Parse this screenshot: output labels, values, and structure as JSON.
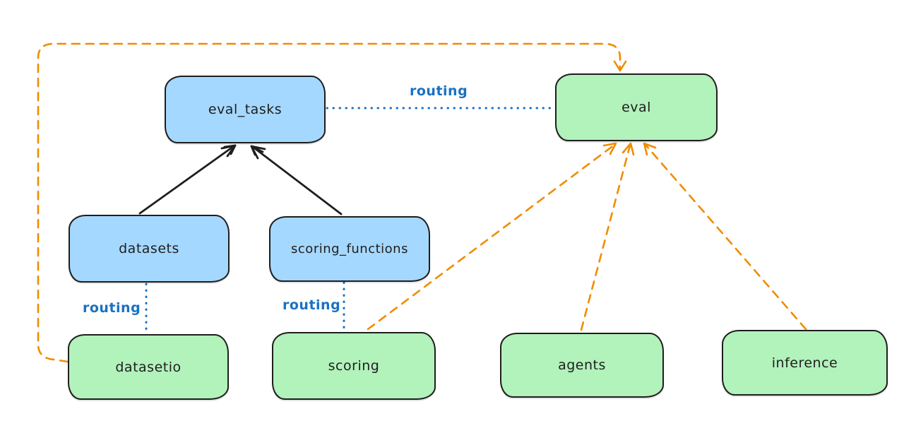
{
  "diagram": {
    "background_color": "#ffffff",
    "palette": {
      "blue_node_fill": "#a5d8ff",
      "green_node_fill": "#b2f2bb",
      "node_border": "#1e1e1e",
      "black_arrow": "#1e1e1e",
      "orange_arrow": "#f08c00",
      "routing_blue": "#1971c2"
    },
    "nodes": {
      "eval_tasks": {
        "label": "eval_tasks",
        "fill": "blue"
      },
      "eval": {
        "label": "eval",
        "fill": "green"
      },
      "datasets": {
        "label": "datasets",
        "fill": "blue"
      },
      "scoring_functions": {
        "label": "scoring_functions",
        "fill": "blue"
      },
      "datasetio": {
        "label": "datasetio",
        "fill": "green"
      },
      "scoring": {
        "label": "scoring",
        "fill": "green"
      },
      "agents": {
        "label": "agents",
        "fill": "green"
      },
      "inference": {
        "label": "inference",
        "fill": "green"
      }
    },
    "edge_labels": {
      "eval_tasks_eval": "routing",
      "datasets_datasetio": "routing",
      "scoring_functions_scoring": "routing"
    },
    "edges": [
      {
        "from": "datasets",
        "to": "eval_tasks",
        "style": "solid-black-arrow"
      },
      {
        "from": "scoring_functions",
        "to": "eval_tasks",
        "style": "solid-black-arrow"
      },
      {
        "from": "eval_tasks",
        "to": "eval",
        "style": "dotted-blue",
        "label": "routing"
      },
      {
        "from": "datasets",
        "to": "datasetio",
        "style": "dotted-blue",
        "label": "routing"
      },
      {
        "from": "scoring_functions",
        "to": "scoring",
        "style": "dotted-blue",
        "label": "routing"
      },
      {
        "from": "datasetio",
        "to": "eval",
        "style": "dashed-orange-arrow"
      },
      {
        "from": "scoring",
        "to": "eval",
        "style": "dashed-orange-arrow"
      },
      {
        "from": "agents",
        "to": "eval",
        "style": "dashed-orange-arrow"
      },
      {
        "from": "inference",
        "to": "eval",
        "style": "dashed-orange-arrow"
      }
    ]
  }
}
